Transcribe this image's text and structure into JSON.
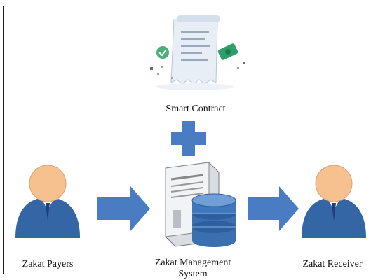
{
  "nodes": {
    "smart_contract": {
      "label": "Smart Contract"
    },
    "payers": {
      "label": "Zakat Payers"
    },
    "system": {
      "label_line1": "Zakat Management",
      "label_line2": "System"
    },
    "receiver": {
      "label": "Zakat Receiver"
    }
  },
  "colors": {
    "arrow": "#4a7cc4",
    "person_body": "#3465a4",
    "person_head": "#f6c08f",
    "db": "#3a6fb0"
  }
}
